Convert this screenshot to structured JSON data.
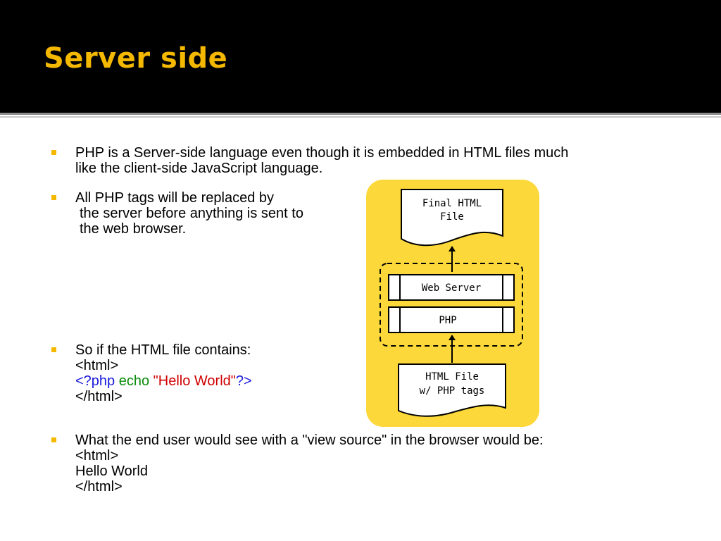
{
  "slide": {
    "title": "Server side",
    "bullets": [
      {
        "lines": [
          "PHP is a Server-side language even though it is embedded in HTML files much",
          "like the client-side JavaScript language."
        ]
      },
      {
        "lines": [
          "All PHP tags will be replaced by",
          "the server before anything is sent to",
          "the web browser."
        ]
      },
      {
        "intro": "So if the HTML file contains:",
        "code_open": "<html>",
        "php_open": "<?php",
        "php_echo": "echo",
        "php_string": "\"Hello World\"",
        "php_close": "?>",
        "code_close": "</html>"
      },
      {
        "lines": [
          "What the end user would see with a \"view source\" in the browser would be:",
          "<html>",
          "Hello World",
          "</html>"
        ]
      }
    ]
  },
  "diagram": {
    "final_file_label_1": "Final HTML",
    "final_file_label_2": "File",
    "web_server_label": "Web Server",
    "php_label": "PHP",
    "source_file_label_1": "HTML File",
    "source_file_label_2": "w/ PHP tags",
    "background_color": "#fdd83a"
  }
}
